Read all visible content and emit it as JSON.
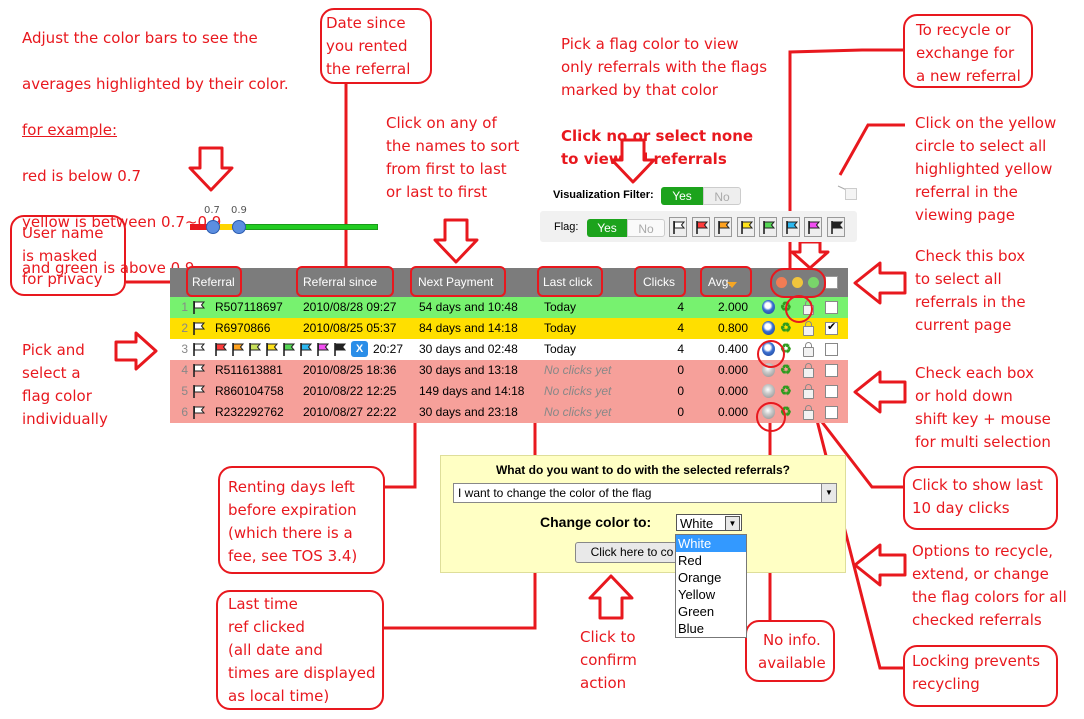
{
  "notes": {
    "color_bars_line1": "Adjust the color bars to see the",
    "color_bars_line2": "averages highlighted by their color.",
    "color_bars_example": "for example:",
    "color_bars_red": "red is below 0.7",
    "color_bars_yellow": "yellow is between 0.7~0.9",
    "color_bars_green": "and green is above 0.9",
    "date_since": "Date since\nyou rented\nthe referral",
    "sort_names": "Click on any of\nthe names to sort\nfrom first to last\nor last to first",
    "flag_filter": "Pick a flag color to view\nonly referrals with the flags\nmarked by that color",
    "flag_filter_bold": "Click no or select none\nto view all referrals",
    "recycle": "To recycle or\nexchange for\na new referral",
    "yellow_circle": "Click on the yellow\ncircle to select all\nhighlighted yellow\nreferral in the\nviewing page",
    "user_name": "User name\nis masked\nfor privacy",
    "check_all": "Check this box\nto select all\nreferrals in the\ncurrent page",
    "pick_flag": "Pick and\nselect a\nflag color\nindividually",
    "multi_select": "Check each box\nor hold down\nshift key + mouse\nfor multi selection",
    "renting_days": "Renting days left\nbefore expiration\n(which there is a\nfee, see TOS 3.4)",
    "last_10": "Click to show last\n10 day clicks",
    "options": "Options to recycle,\nextend, or change\nthe flag colors for all\nchecked referrals",
    "last_time": "Last time\nref clicked\n(all date and\ntimes are displayed\nas local time)",
    "confirm": "Click to\nconfirm\naction",
    "no_info": "No info.\navailable",
    "locking": "Locking prevents\nrecycling"
  },
  "slider": {
    "low": "0.7",
    "high": "0.9"
  },
  "visualization_filter": {
    "label": "Visualization Filter:",
    "yes": "Yes",
    "no": "No"
  },
  "flag_filter": {
    "label": "Flag:",
    "yes": "Yes",
    "no": "No",
    "flags": [
      "white",
      "red",
      "orange",
      "yellow",
      "green",
      "blue",
      "magenta",
      "black"
    ]
  },
  "table": {
    "headers": [
      "Referral",
      "Referral since",
      "Next Payment",
      "Last click",
      "Clicks",
      "Avg."
    ],
    "rows": [
      {
        "n": "1",
        "name": "R507118697",
        "since": "2010/08/28 09:27",
        "next": "54 days and 10:48",
        "last": "Today",
        "clicks": "4",
        "avg": "2.000",
        "bg": "#77f26f"
      },
      {
        "n": "2",
        "name": "R6970866",
        "since": "2010/08/25 05:37",
        "next": "84 days and 14:18",
        "last": "Today",
        "clicks": "4",
        "avg": "0.800",
        "bg": "#ffdf00"
      },
      {
        "n": "3",
        "name": "",
        "since": "20:27",
        "next": "30 days and 02:48",
        "last": "Today",
        "clicks": "4",
        "avg": "0.400",
        "bg": "#ffffff"
      },
      {
        "n": "4",
        "name": "R511613881",
        "since": "2010/08/25 18:36",
        "next": "30 days and 13:18",
        "last": "No clicks yet",
        "clicks": "0",
        "avg": "0.000",
        "bg": "#f6a09a"
      },
      {
        "n": "5",
        "name": "R860104758",
        "since": "2010/08/22 12:25",
        "next": "149 days and 14:18",
        "last": "No clicks yet",
        "clicks": "0",
        "avg": "0.000",
        "bg": "#f6a09a"
      },
      {
        "n": "6",
        "name": "R232292762",
        "since": "2010/08/27 22:22",
        "next": "30 days and 23:18",
        "last": "No clicks yet",
        "clicks": "0",
        "avg": "0.000",
        "bg": "#f6a09a"
      }
    ],
    "picker_close": "X"
  },
  "actions": {
    "question": "What do you want to do with the selected referrals?",
    "selected_action": "I want to change the color of the flag",
    "change_label": "Change color to:",
    "color_value": "White",
    "confirm_button": "Click here to co",
    "color_options": [
      "White",
      "Red",
      "Orange",
      "Yellow",
      "Green",
      "Blue"
    ]
  },
  "colors": {
    "annotation": "#e8181e",
    "header": "#7c7c7c",
    "yes_green": "#1ca31c"
  }
}
